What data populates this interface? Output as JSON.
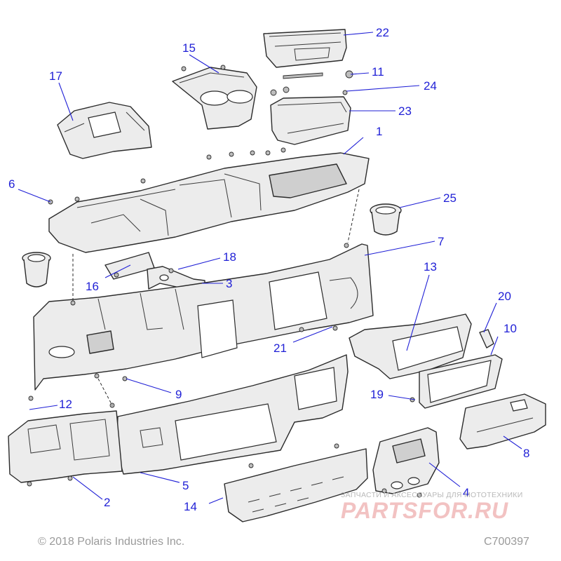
{
  "diagram": {
    "copyright": "© 2018 Polaris Industries Inc.",
    "drawing_code": "C700397",
    "callouts": [
      "1",
      "2",
      "3",
      "4",
      "5",
      "6",
      "7",
      "8",
      "9",
      "10",
      "11",
      "12",
      "13",
      "14",
      "15",
      "16",
      "17",
      "18",
      "19",
      "20",
      "21",
      "22",
      "23",
      "24",
      "25"
    ]
  },
  "watermark": {
    "tagline": "ЗАПЧАСТИ И АКСЕССУАРЫ ДЛЯ МОТОТЕХНИКИ",
    "logo": "PARTSFOR.RU"
  },
  "colors": {
    "callout": "#1f1fd6",
    "line_art": "#2b2b2b",
    "part_fill": "#ececec",
    "watermark": "#f2c2c2"
  }
}
